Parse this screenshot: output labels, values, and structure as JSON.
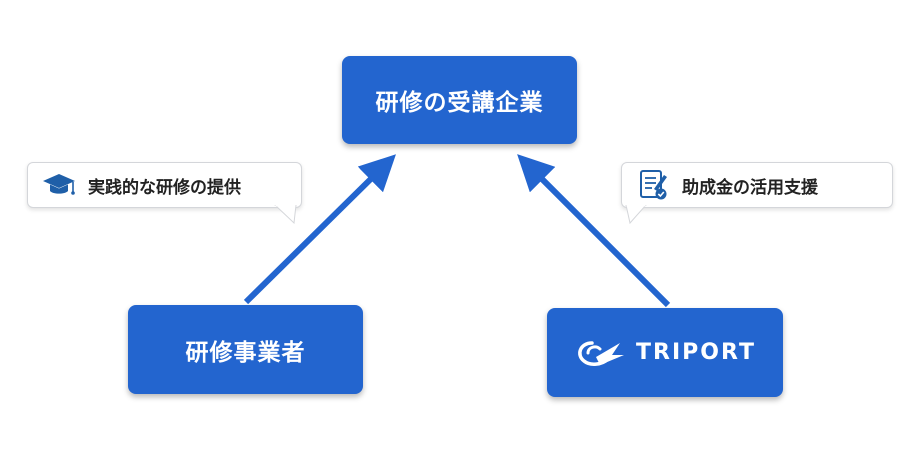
{
  "nodes": {
    "top": "研修の受講企業",
    "left": "研修事業者",
    "right_logo": "TRIPORT"
  },
  "bubbles": {
    "left": "実践的な研修の提供",
    "right": "助成金の活用支援"
  },
  "icons": {
    "left": "graduation-cap-icon",
    "right": "document-check-icon",
    "logo": "triport-logo-icon"
  },
  "colors": {
    "box": "#2365cf",
    "arrow": "#2365cf",
    "bubble_border": "#d4d6da"
  }
}
